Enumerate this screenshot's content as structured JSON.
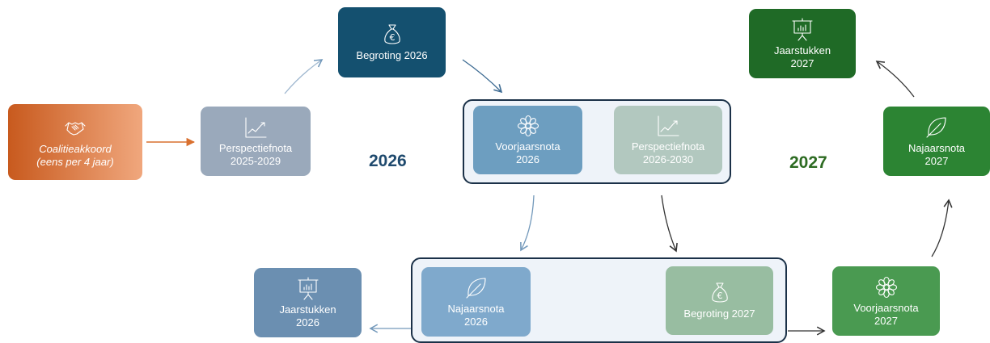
{
  "colors": {
    "orange_start": "#c85a1e",
    "orange_end": "#f0a77d",
    "slate": "#9aa9bb",
    "navy": "#14506f",
    "blue": "#6d9ec0",
    "sage": "#b2c8bf",
    "steel": "#6b8fb1",
    "light_blue": "#7fa9cc",
    "light_green": "#98bda1",
    "green_mid": "#4a9a51",
    "green": "#2c8433",
    "dark_green": "#1f6a26",
    "year_2026": "#1f4a6e",
    "year_2027": "#2d6b22",
    "frame_border": "#1b3148",
    "arrow_blue": "#7399bb",
    "arrow_dark": "#333333",
    "arrow_orange": "#d9702f"
  },
  "nodes": {
    "coalitieakkoord": {
      "line1": "Coalitieakkoord",
      "line2": "(eens per 4 jaar)",
      "icon": "handshake-icon"
    },
    "perspectiefnota_2025": {
      "line1": "Perspectiefnota",
      "line2": "2025-2029",
      "icon": "chart-icon"
    },
    "begroting_2026": {
      "line1": "Begroting 2026",
      "icon": "money-bag-icon"
    },
    "voorjaarsnota_2026": {
      "line1": "Voorjaarsnota",
      "line2": "2026",
      "icon": "flower-icon"
    },
    "perspectiefnota_2026": {
      "line1": "Perspectiefnota",
      "line2": "2026-2030",
      "icon": "chart-icon"
    },
    "jaarstukken_2026": {
      "line1": "Jaarstukken",
      "line2": "2026",
      "icon": "presentation-icon"
    },
    "najaarsnota_2026": {
      "line1": "Najaarsnota",
      "line2": "2026",
      "icon": "leaf-icon"
    },
    "begroting_2027": {
      "line1": "Begroting 2027",
      "icon": "money-bag-icon"
    },
    "voorjaarsnota_2027": {
      "line1": "Voorjaarsnota",
      "line2": "2027",
      "icon": "flower-icon"
    },
    "najaarsnota_2027": {
      "line1": "Najaarsnota",
      "line2": "2027",
      "icon": "leaf-icon"
    },
    "jaarstukken_2027": {
      "line1": "Jaarstukken",
      "line2": "2027",
      "icon": "presentation-icon"
    }
  },
  "years": {
    "y2026": "2026",
    "y2027": "2027"
  }
}
